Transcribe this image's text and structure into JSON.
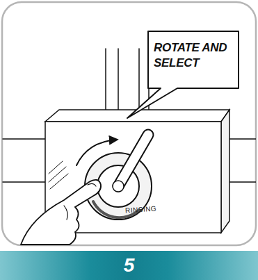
{
  "diagram": {
    "nodes": [
      {
        "text": [
          "ROTATE AND SELECT"
        ]
      },
      {
        "text": [
          "5"
        ]
      }
    ],
    "labels": [
      "RINSING"
    ]
  }
}
